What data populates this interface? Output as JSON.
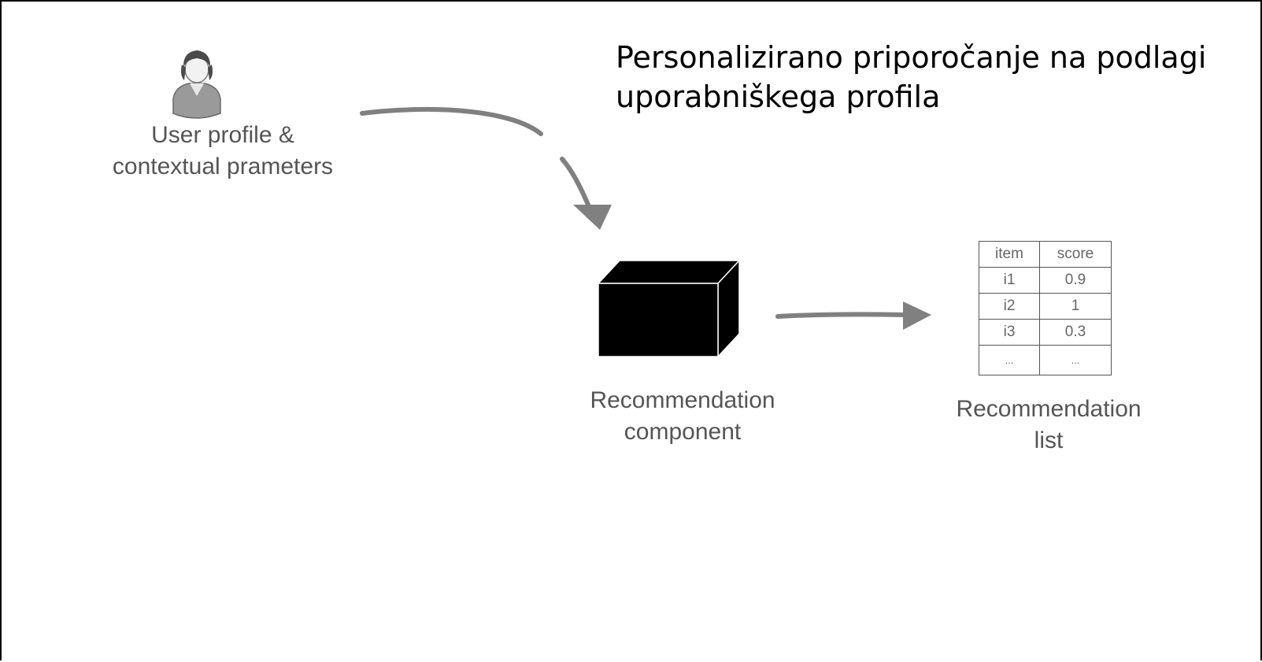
{
  "title": {
    "line1": "Personalizirano priporočanje na podlagi",
    "line2": "uporabniškega profila"
  },
  "user_node": {
    "icon": "user-avatar-icon",
    "label_line1": "User profile &",
    "label_line2": "contextual prameters"
  },
  "component_node": {
    "icon": "black-box-cube-icon",
    "label_line1": "Recommendation",
    "label_line2": "component"
  },
  "list_node": {
    "label_line1": "Recommendation",
    "label_line2": "list",
    "table": {
      "headers": [
        "item",
        "score"
      ],
      "rows": [
        [
          "i1",
          "0.9"
        ],
        [
          "i2",
          "1"
        ],
        [
          "i3",
          "0.3"
        ],
        [
          "...",
          "..."
        ]
      ]
    }
  },
  "colors": {
    "arrow": "#808080",
    "box": "#000000",
    "label_text": "#555555",
    "title_text": "#000000"
  }
}
